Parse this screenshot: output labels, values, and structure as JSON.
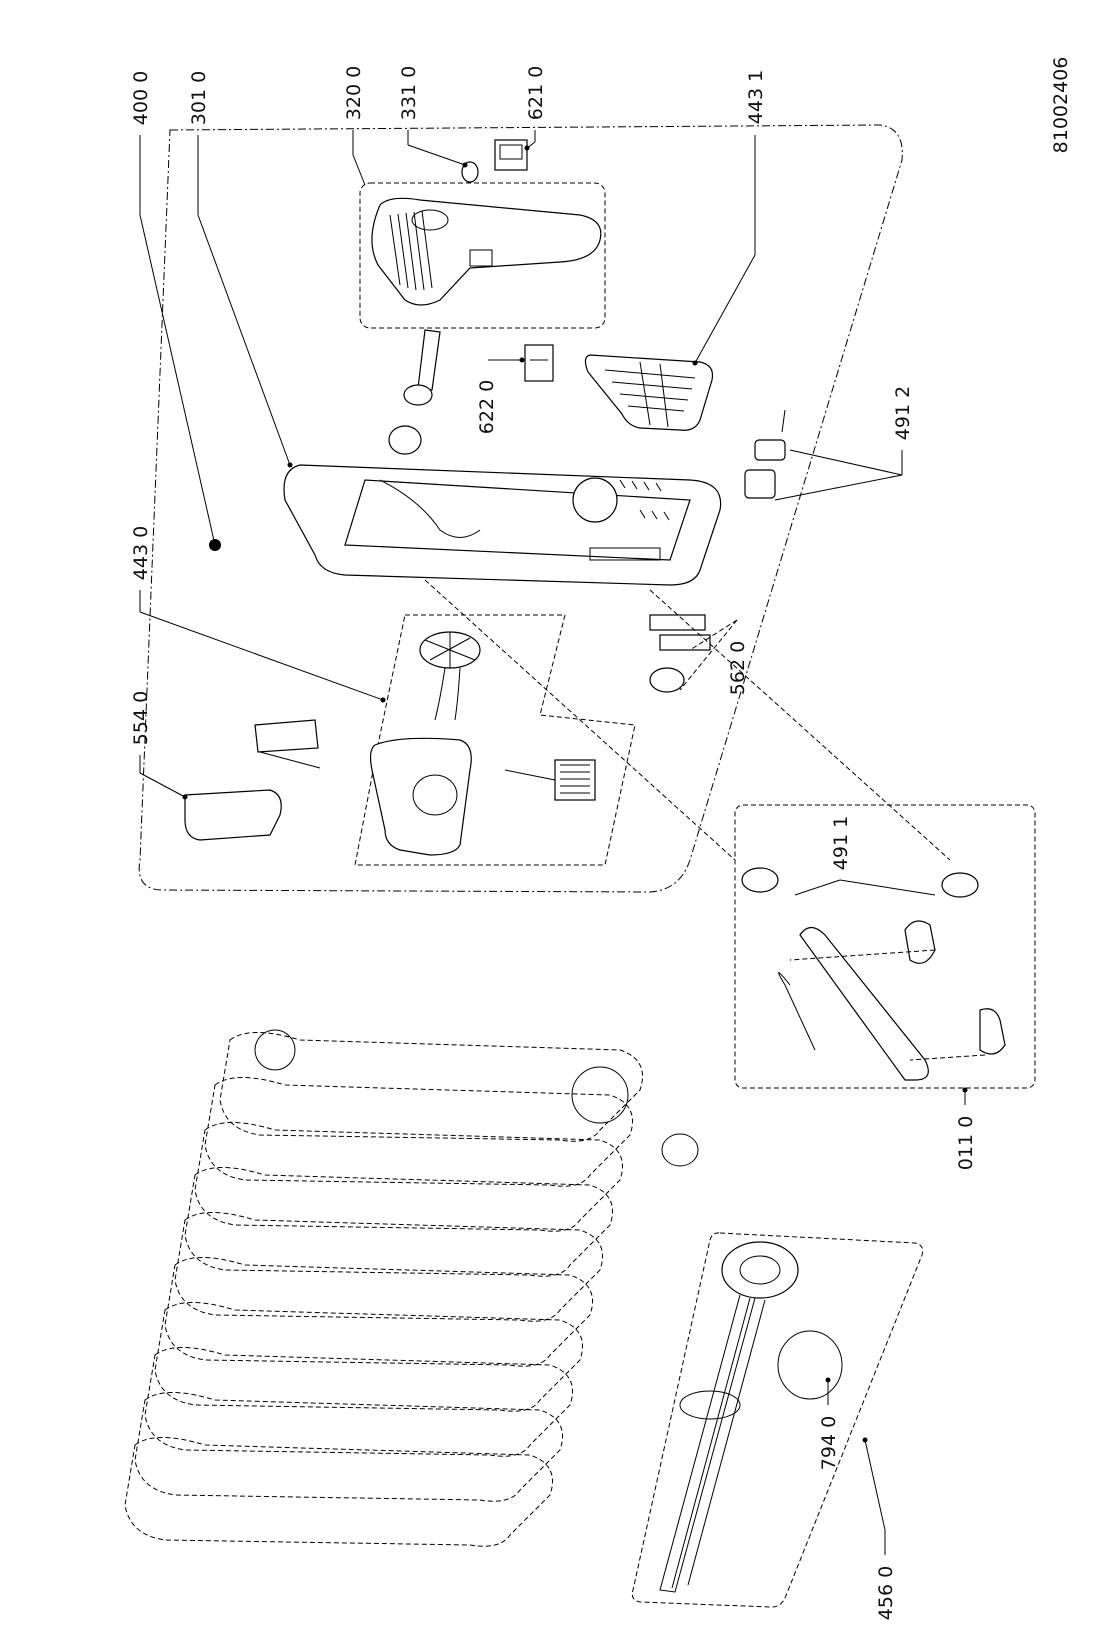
{
  "drawing_id": "81002406",
  "labels": {
    "l4000": "400 0",
    "l3010": "301 0",
    "l3200": "320 0",
    "l3310": "331 0",
    "l6210": "621 0",
    "l4431": "443 1",
    "l6220": "622 0",
    "l4912": "491 2",
    "l4430": "443 0",
    "l5540": "554 0",
    "l5620": "562 0",
    "l4911": "491 1",
    "l0110": "011 0",
    "l7940": "794 0",
    "l4560": "456 0"
  }
}
